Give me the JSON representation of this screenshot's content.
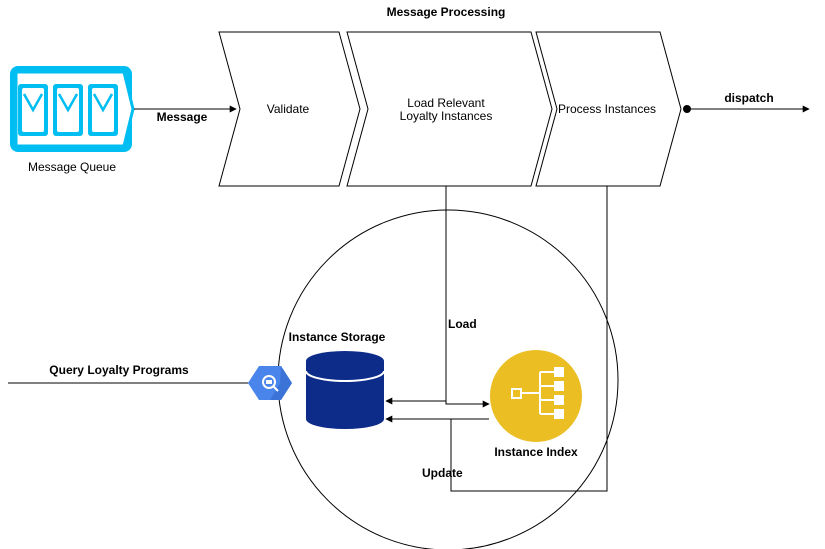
{
  "title": "Message Processing",
  "queue": {
    "label": "Message Queue",
    "icon": "message-queue-icon",
    "color": "#00BEF2"
  },
  "edges": {
    "message": "Message",
    "dispatch": "dispatch",
    "load": "Load",
    "update": "Update",
    "query": "Query Loyalty Programs"
  },
  "steps": [
    {
      "line1": "Validate",
      "line2": ""
    },
    {
      "line1": "Load Relevant",
      "line2": "Loyalty Instances"
    },
    {
      "line1": "Process Instances",
      "line2": ""
    }
  ],
  "storage": {
    "label": "Instance Storage",
    "icon": "database-icon",
    "color": "#0D2C8A"
  },
  "index": {
    "label": "Instance Index",
    "icon": "hierarchy-icon",
    "color": "#EBBE23"
  },
  "query_icon": {
    "icon": "query-hexagon-icon",
    "color": "#4A85EB"
  }
}
